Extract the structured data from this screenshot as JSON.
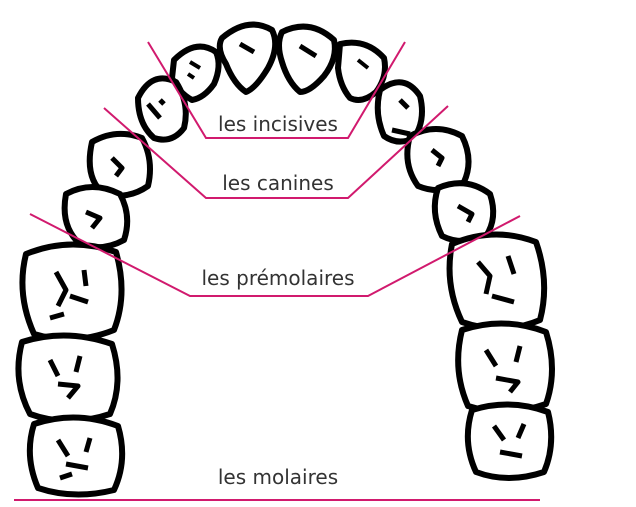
{
  "labels": {
    "incisors": "les incisives",
    "canines": "les canines",
    "premolars": "les prémolaires",
    "molars": "les molaires"
  },
  "colors": {
    "line": "#d11a6e",
    "tooth_outline": "#000000",
    "tooth_fill": "#ffffff",
    "text": "#333333"
  },
  "teeth": {
    "incisors": 4,
    "canines": 2,
    "premolars": 4,
    "molars": 6
  }
}
